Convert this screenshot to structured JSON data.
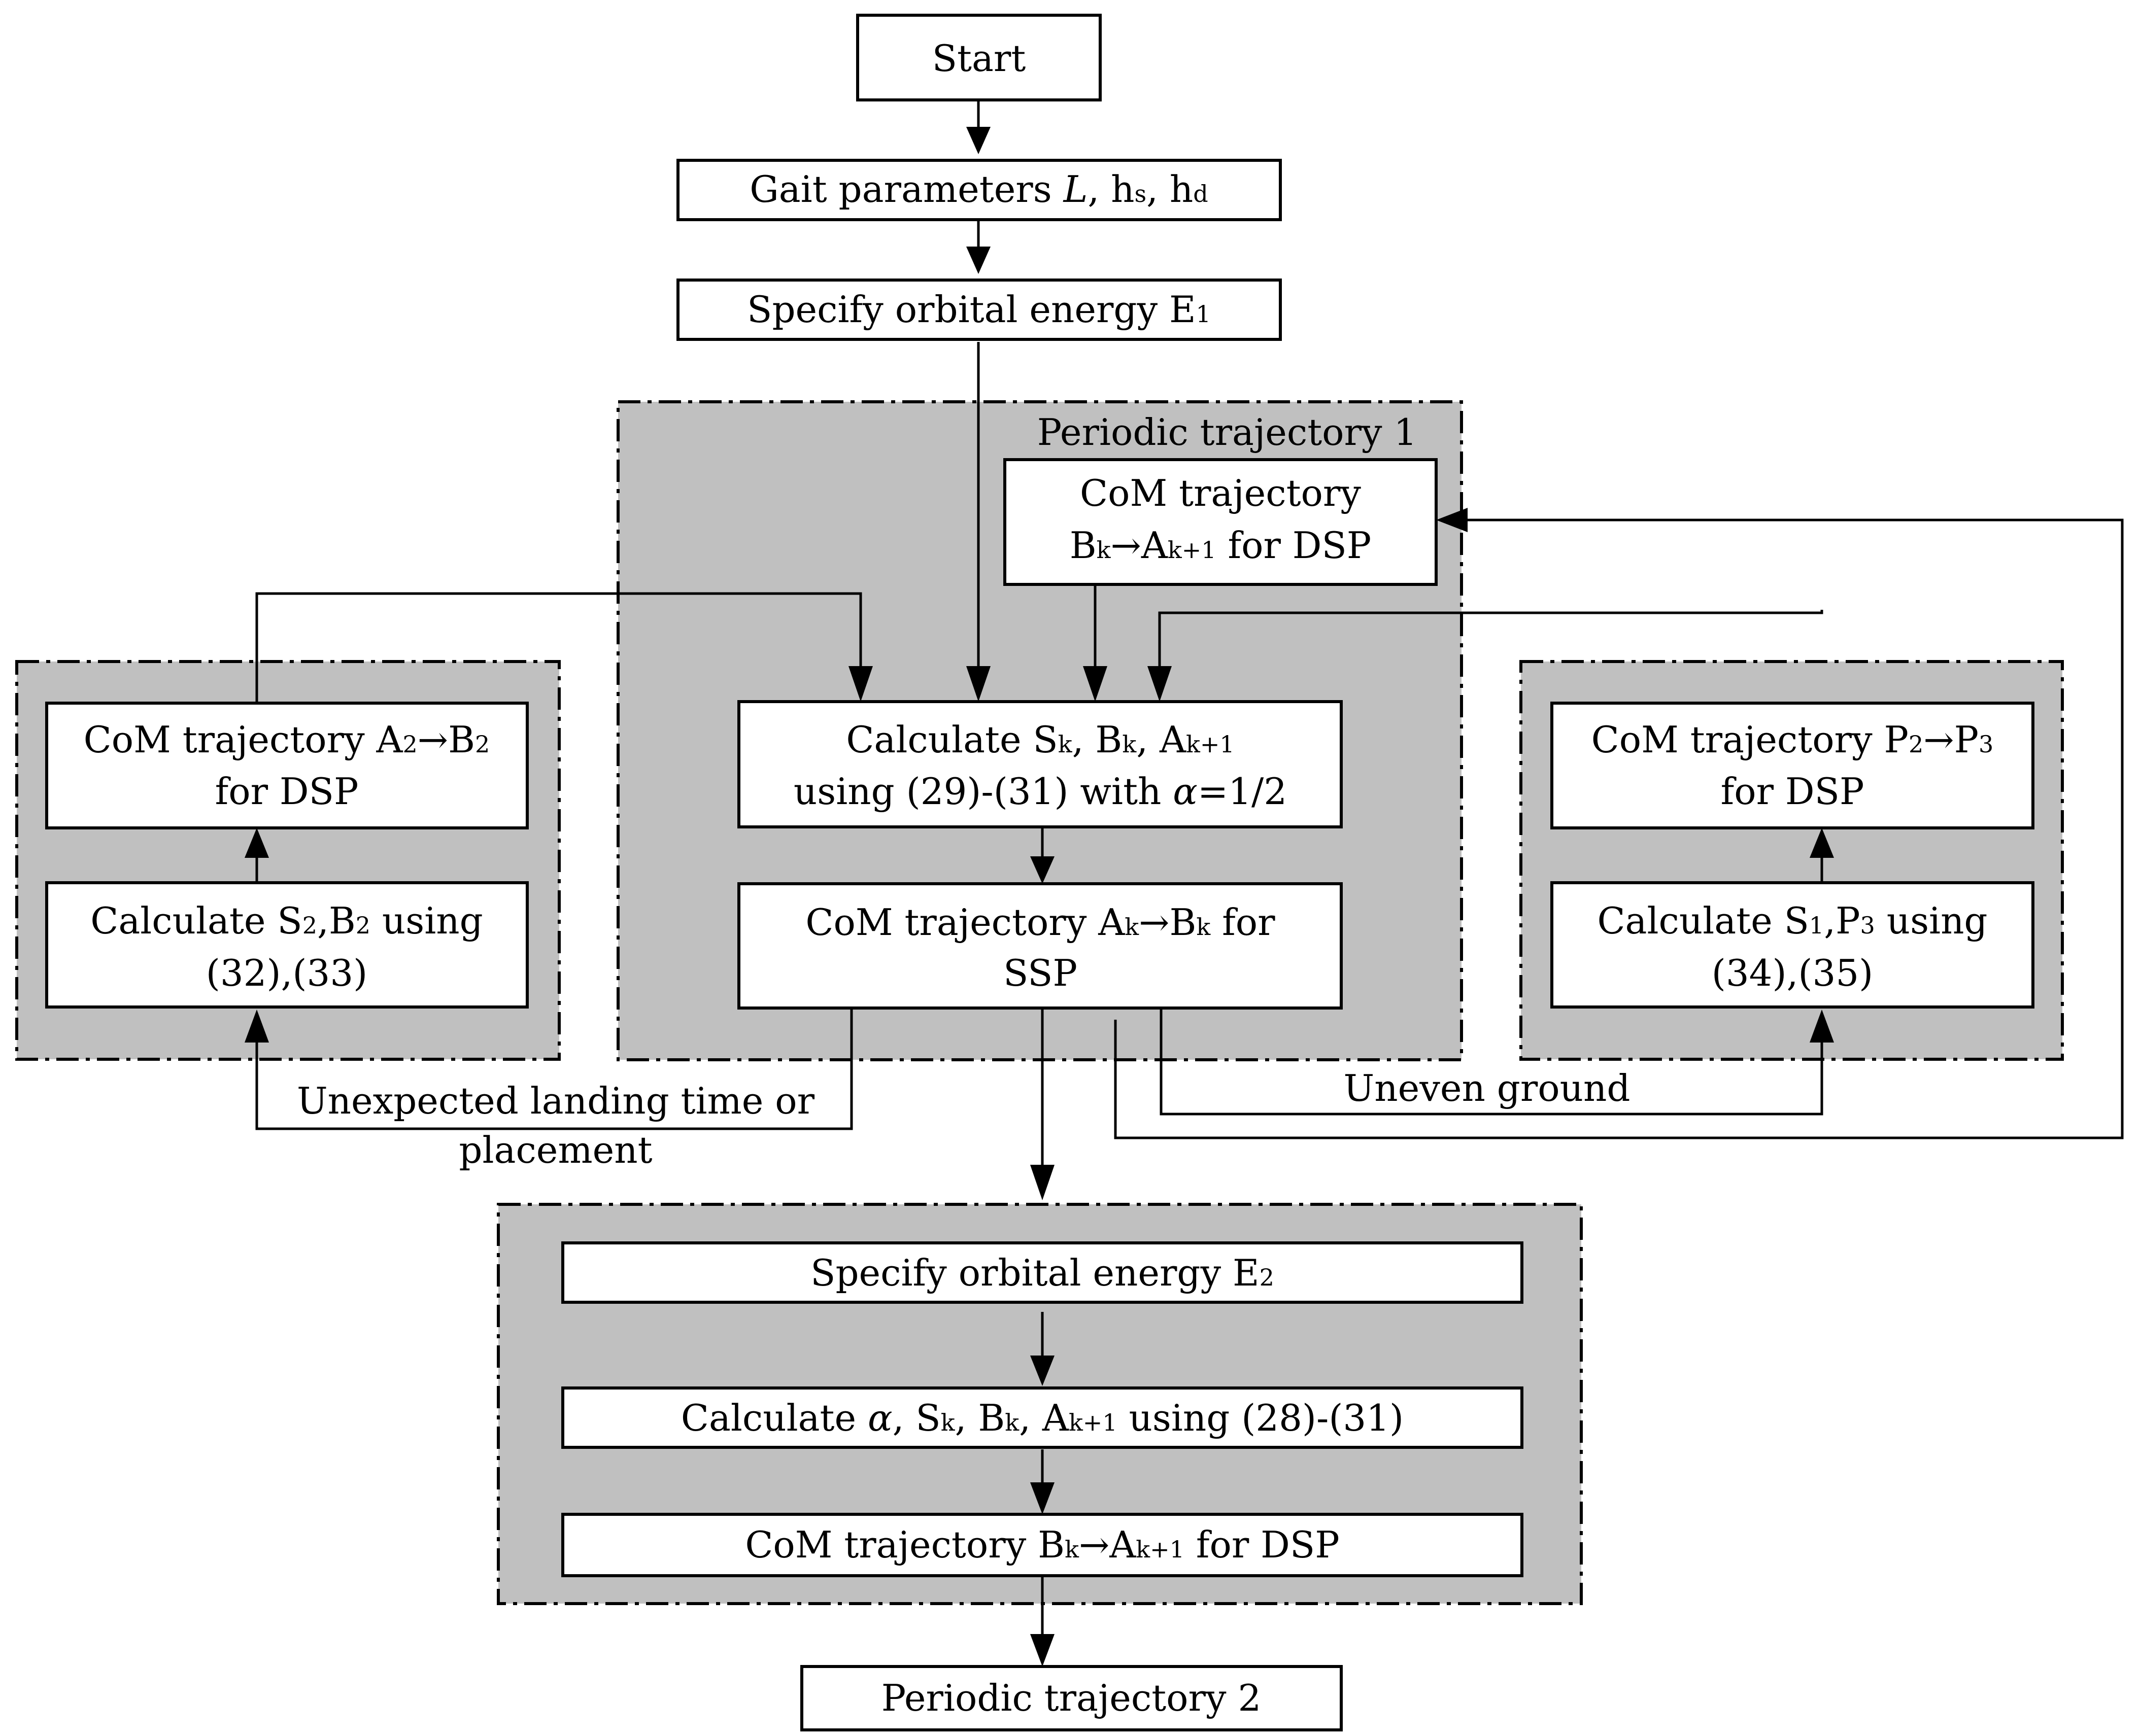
{
  "groups": {
    "periodic1": "Periodic trajectory 1"
  },
  "nodes": {
    "start": {
      "parts": [
        "Start"
      ]
    },
    "gait": {
      "parts": [
        "Gait parameters ",
        {
          "it": "L"
        },
        ", h",
        {
          "sub": "s"
        },
        ", h",
        {
          "sub": "d"
        }
      ]
    },
    "energy1": {
      "parts": [
        "Specify orbital energy E",
        {
          "sub": "1"
        }
      ]
    },
    "dsp_top": {
      "line1": {
        "parts": [
          "CoM trajectory"
        ]
      },
      "line2": {
        "parts": [
          "B",
          {
            "sub": "k"
          },
          "→A",
          {
            "sub": "k+1"
          },
          " for DSP"
        ]
      }
    },
    "calc_sba": {
      "line1": {
        "parts": [
          "Calculate S",
          {
            "sub": "k"
          },
          ", B",
          {
            "sub": "k"
          },
          ", A",
          {
            "sub": "k+1"
          }
        ]
      },
      "line2": {
        "parts": [
          "using (29)-(31) with ",
          {
            "it": "α"
          },
          "=1/2"
        ]
      }
    },
    "ssp": {
      "line1": {
        "parts": [
          "CoM trajectory A",
          {
            "sub": "k"
          },
          "→B",
          {
            "sub": "k"
          },
          " for"
        ]
      },
      "line2": {
        "parts": [
          "SSP"
        ]
      }
    },
    "left_dsp": {
      "line1": {
        "parts": [
          "CoM trajectory A",
          {
            "sub": "2"
          },
          "→B",
          {
            "sub": "2"
          }
        ]
      },
      "line2": {
        "parts": [
          "for DSP"
        ]
      }
    },
    "left_calc": {
      "line1": {
        "parts": [
          "Calculate S",
          {
            "sub": "2"
          },
          ",B",
          {
            "sub": "2"
          },
          " using"
        ]
      },
      "line2": {
        "parts": [
          "(32),(33)"
        ]
      }
    },
    "right_dsp": {
      "line1": {
        "parts": [
          "CoM trajectory P",
          {
            "sub": "2"
          },
          "→P",
          {
            "sub": "3"
          }
        ]
      },
      "line2": {
        "parts": [
          "for DSP"
        ]
      }
    },
    "right_calc": {
      "line1": {
        "parts": [
          "Calculate S",
          {
            "sub": "1"
          },
          ",P",
          {
            "sub": "3"
          },
          " using"
        ]
      },
      "line2": {
        "parts": [
          "(34),(35)"
        ]
      }
    },
    "energy2": {
      "parts": [
        "Specify orbital energy E",
        {
          "sub": "2"
        }
      ]
    },
    "calc_alpha": {
      "parts": [
        "Calculate ",
        {
          "it": "α"
        },
        ", S",
        {
          "sub": "k"
        },
        ", B",
        {
          "sub": "k"
        },
        ", A",
        {
          "sub": "k+1"
        },
        "  using (28)-(31)"
      ]
    },
    "dsp_bottom": {
      "parts": [
        "CoM trajectory B",
        {
          "sub": "k"
        },
        "→A",
        {
          "sub": "k+1"
        },
        " for DSP"
      ]
    },
    "periodic2": {
      "parts": [
        "Periodic trajectory 2"
      ]
    }
  },
  "edge_labels": {
    "unexpected_line1": "Unexpected landing time or",
    "unexpected_line2": "placement",
    "uneven": "Uneven ground"
  }
}
